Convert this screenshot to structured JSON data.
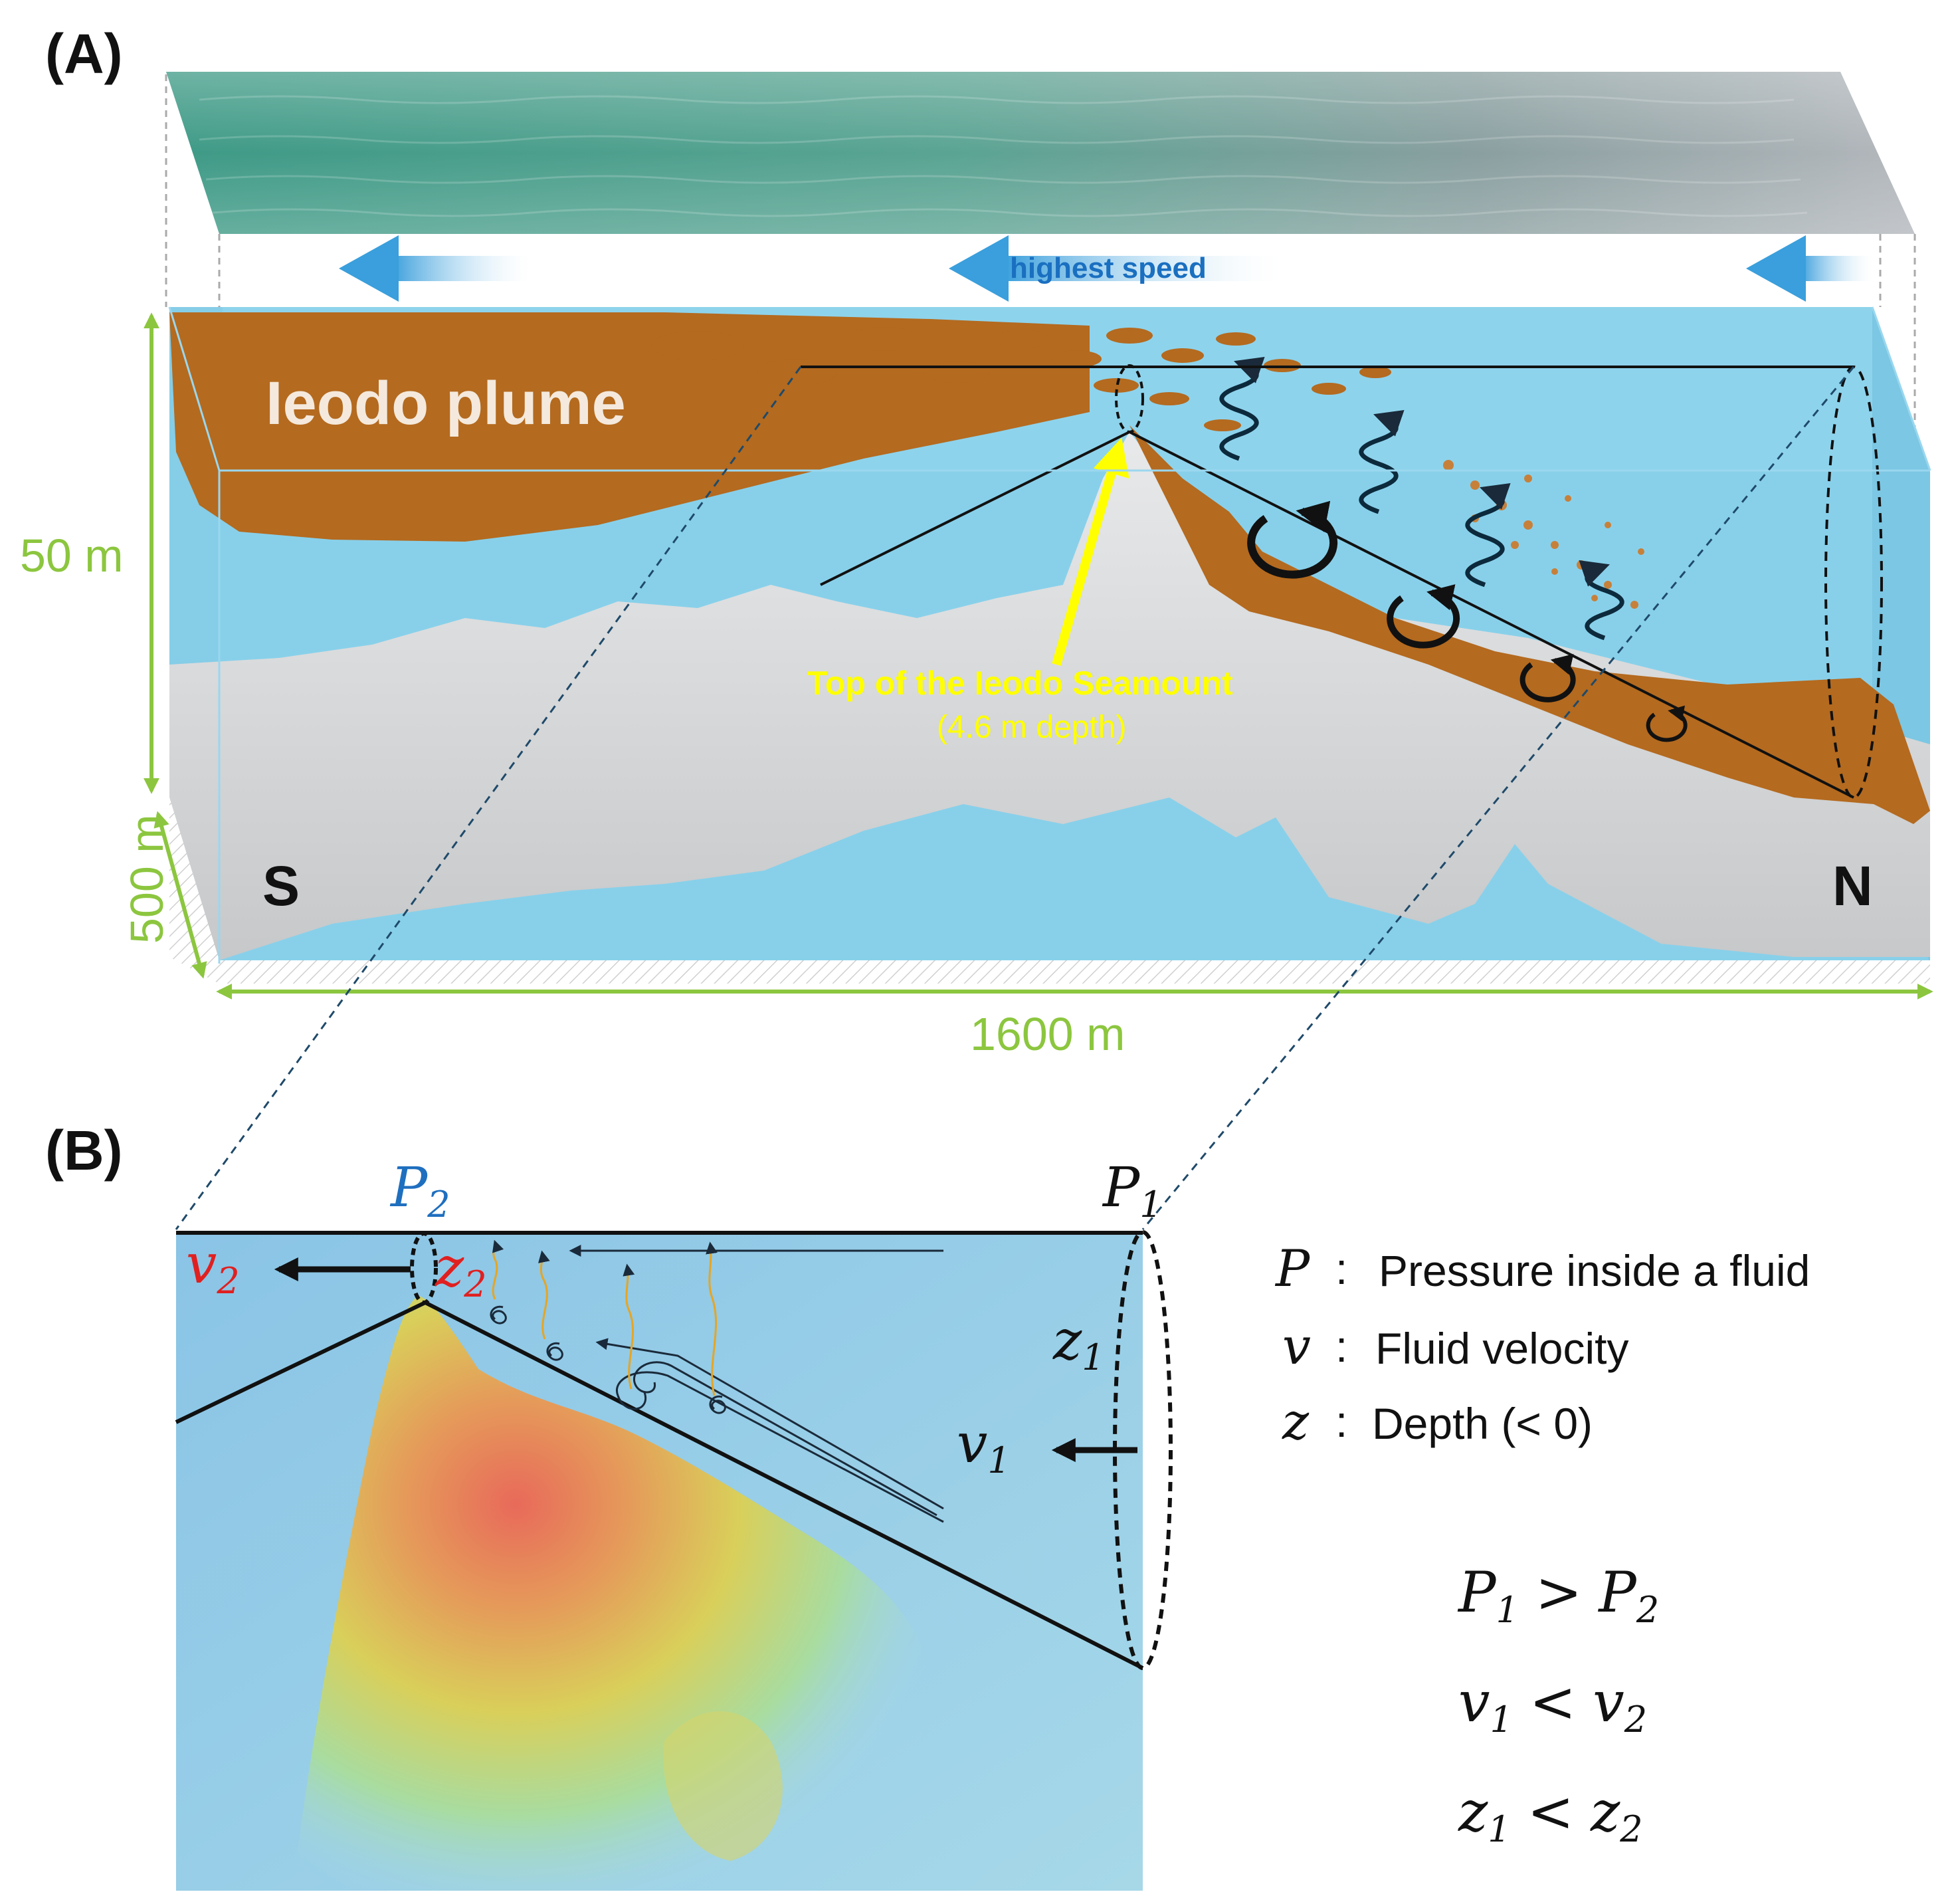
{
  "panel_a": {
    "label": "(A)",
    "plume_label": "Ieodo plume",
    "speed_label": "highest speed",
    "seamount_label": "Top of the Ieodo Seamount",
    "seamount_depth": "(4.6 m depth)",
    "depth_dim": "50 m",
    "width_dim": "500 m",
    "length_dim": "1600 m",
    "south": "S",
    "north": "N"
  },
  "panel_b": {
    "label": "(B)",
    "p2": "P",
    "p2_sub": "2",
    "p1": "P",
    "p1_sub": "1",
    "v2": "v",
    "v2_sub": "2",
    "z2": "z",
    "z2_sub": "2",
    "z1": "z",
    "z1_sub": "1",
    "v1": "v",
    "v1_sub": "1"
  },
  "legend": [
    {
      "symbol": "P",
      "separator": ":",
      "text": "Pressure inside a fluid"
    },
    {
      "symbol": "v",
      "separator": ":",
      "text": "Fluid velocity"
    },
    {
      "symbol": "z",
      "separator": ":",
      "text": "Depth (< 0)"
    }
  ],
  "inequalities": [
    {
      "lhs": "P",
      "lhs_sub": "1",
      "op": ">",
      "rhs": "P",
      "rhs_sub": "2"
    },
    {
      "lhs": "v",
      "lhs_sub": "1",
      "op": "<",
      "rhs": "v",
      "rhs_sub": "2"
    },
    {
      "lhs": "z",
      "lhs_sub": "1",
      "op": "<",
      "rhs": "z",
      "rhs_sub": "2"
    }
  ],
  "colors": {
    "water": "#86d0ea",
    "plume": "#b46a1f",
    "seabed": "#c9cbcd",
    "dimension": "#8cc63f",
    "speed_arrow": "#4aa8de",
    "annotation": "#ffff00",
    "p2_color": "#1f6fbf",
    "v2_color": "#e02020"
  }
}
